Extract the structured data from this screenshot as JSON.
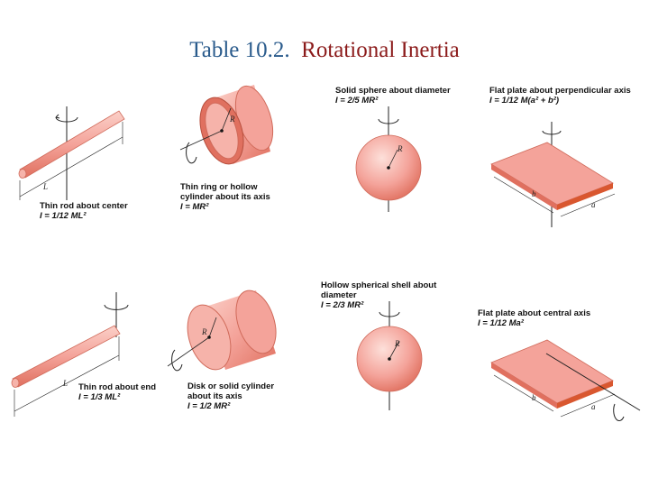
{
  "title": {
    "number": "Table 10.2.",
    "text": "Rotational Inertia"
  },
  "captions": {
    "thin_rod_center": {
      "label": "Thin rod about center",
      "formula": "I = 1/12 ML²"
    },
    "thin_ring": {
      "label": "Thin ring or hollow cylinder about its axis",
      "formula": "I = MR²"
    },
    "solid_sphere": {
      "label": "Solid sphere about diameter",
      "formula": "I = 2/5 MR²"
    },
    "flat_plate_perp": {
      "label": "Flat plate about perpendicular axis",
      "formula": "I = 1/12 M(a² + b²)"
    },
    "thin_rod_end": {
      "label": "Thin rod about end",
      "formula": "I = 1/3 ML²"
    },
    "disk": {
      "label": "Disk or solid cylinder about its axis",
      "formula": "I = 1/2 MR²"
    },
    "hollow_sphere": {
      "label": "Hollow spherical shell about diameter",
      "formula": "I = 2/3 MR²"
    },
    "flat_plate_central": {
      "label": "Flat plate about central axis",
      "formula": "I = 1/12 Ma²"
    }
  },
  "symbols": {
    "L": "L",
    "R": "R",
    "a": "a",
    "b": "b"
  },
  "colors": {
    "object_fill": "#f4a39a",
    "object_dark": "#e0705f",
    "object_light": "#fbd0c8",
    "plate_edge": "#d9572f",
    "line": "#222222"
  }
}
